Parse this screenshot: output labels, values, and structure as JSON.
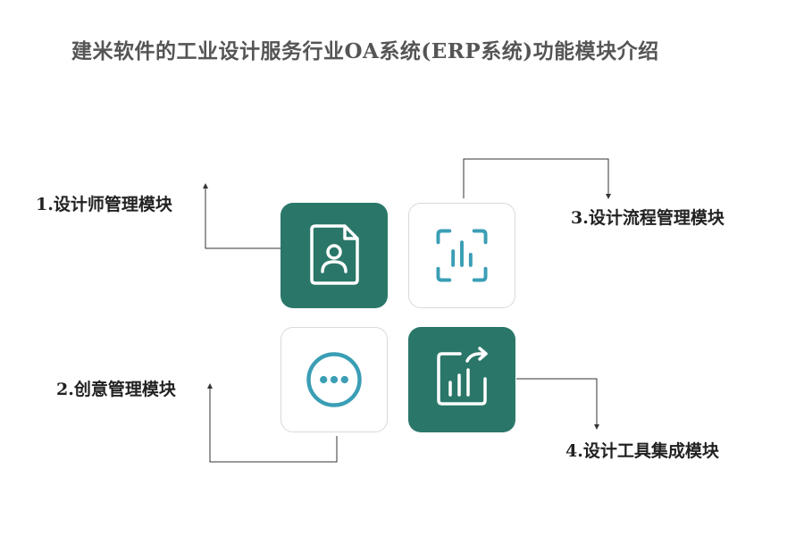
{
  "title": "建米软件的工业设计服务行业OA系统(ERP系统)功能模块介绍",
  "modules": [
    {
      "label": "1.设计师管理模块",
      "icon": "document-user-icon"
    },
    {
      "label": "2.创意管理模块",
      "icon": "more-dots-icon"
    },
    {
      "label": "3.设计流程管理模块",
      "icon": "scan-chart-icon"
    },
    {
      "label": "4.设计工具集成模块",
      "icon": "chart-export-icon"
    }
  ],
  "colors": {
    "tile_dark": "#2a7769",
    "tile_light_icon": "#3a9eb5",
    "line": "#333333",
    "title": "#555555"
  }
}
